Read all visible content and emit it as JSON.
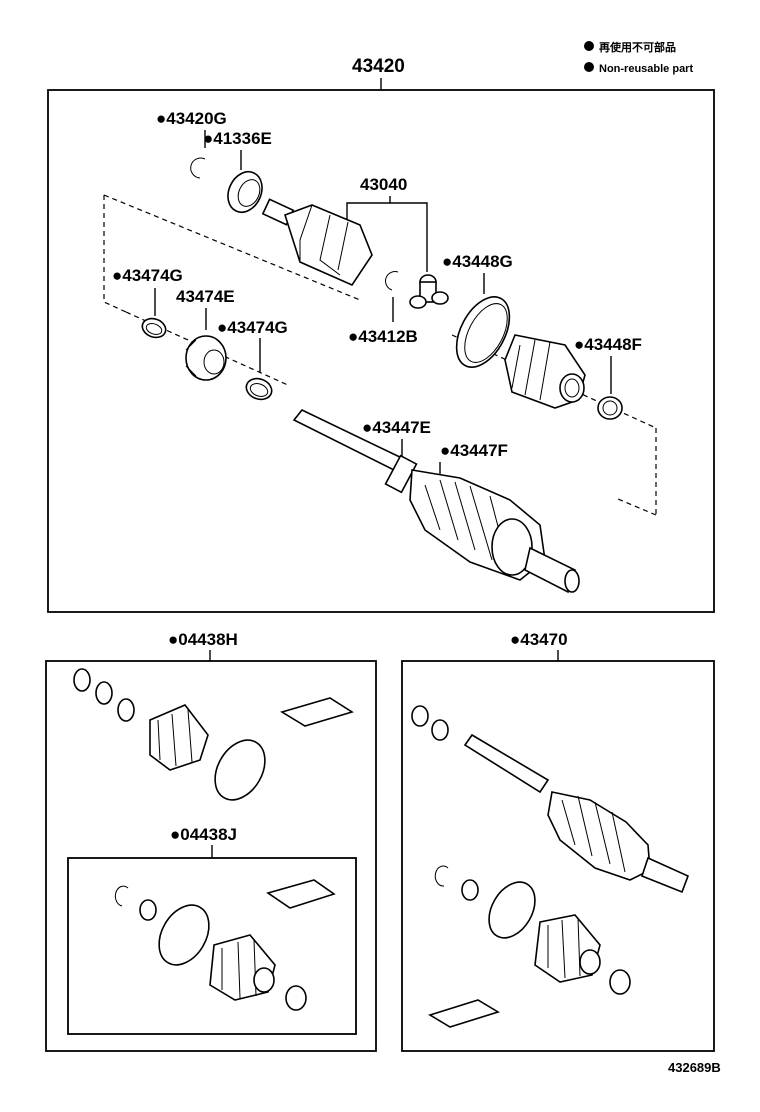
{
  "legend": {
    "line1": "再使用不可部品",
    "line2": "Non-reusable part"
  },
  "assembly": {
    "main_number": "43420",
    "inner_joint_number": "43040"
  },
  "parts": {
    "p43420G": "●43420G",
    "p41336E": "●41336E",
    "p43474G_a": "●43474G",
    "p43474E": "43474E",
    "p43474G_b": "●43474G",
    "p43448G": "●43448G",
    "p43412B": "●43412B",
    "p43448F": "●43448F",
    "p43447E": "●43447E",
    "p43447F": "●43447F"
  },
  "kits": {
    "k04438H": "●04438H",
    "k04438J": "●04438J",
    "k43470": "●43470"
  },
  "footer": {
    "diagram_id": "432689B"
  }
}
